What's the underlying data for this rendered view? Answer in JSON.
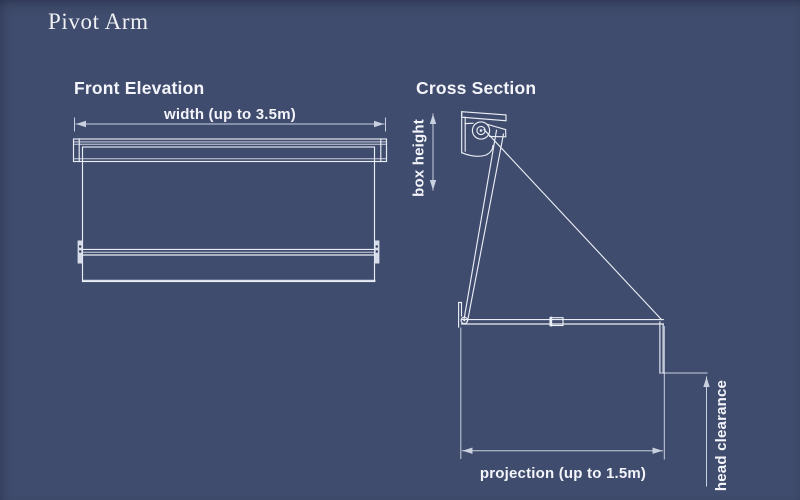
{
  "page": {
    "title": "Pivot Arm"
  },
  "front_elevation": {
    "heading": "Front Elevation",
    "width_label": "width (up to 3.5m)"
  },
  "cross_section": {
    "heading": "Cross Section",
    "box_height_label": "box height",
    "projection_label": "projection (up to 1.5m)",
    "head_clearance_label": "head clearance"
  },
  "colors": {
    "background": "#404c6d",
    "line": "#e9edf4",
    "dimension_line": "#dde3ef",
    "text": "#f3f5fa"
  }
}
